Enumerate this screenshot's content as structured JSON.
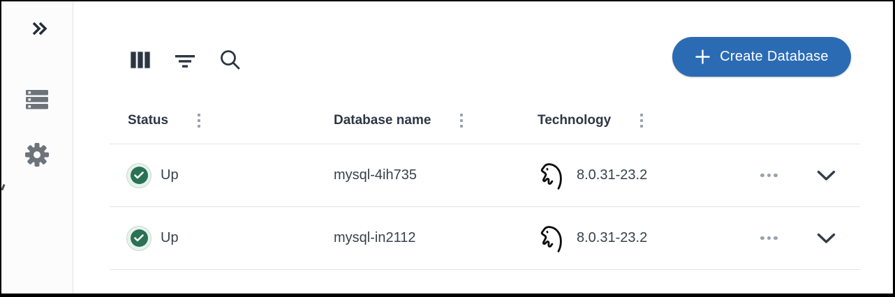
{
  "colors": {
    "accent_blue": "#2b6bb4",
    "status_green": "#297254",
    "status_green_ring": "#e8f2ed",
    "icon_dark": "#2c3542",
    "icon_gray": "#6d737b",
    "divider": "#e3e3e3"
  },
  "sidebar": {
    "expand_icon": "double-chevron-right-icon",
    "items": [
      {
        "icon": "server-stack-icon"
      },
      {
        "icon": "gear-icon"
      }
    ]
  },
  "toolbar": {
    "columns_icon": "columns-icon",
    "filter_icon": "filter-icon",
    "search_icon": "search-icon",
    "create_button": {
      "label": "Create Database"
    }
  },
  "table": {
    "columns": [
      {
        "label": "Status"
      },
      {
        "label": "Database name"
      },
      {
        "label": "Technology"
      }
    ],
    "rows": [
      {
        "status": "Up",
        "database_name": "mysql-4ih735",
        "technology_icon": "mysql-dolphin-icon",
        "technology_version": "8.0.31-23.2"
      },
      {
        "status": "Up",
        "database_name": "mysql-in2112",
        "technology_icon": "mysql-dolphin-icon",
        "technology_version": "8.0.31-23.2"
      }
    ]
  }
}
